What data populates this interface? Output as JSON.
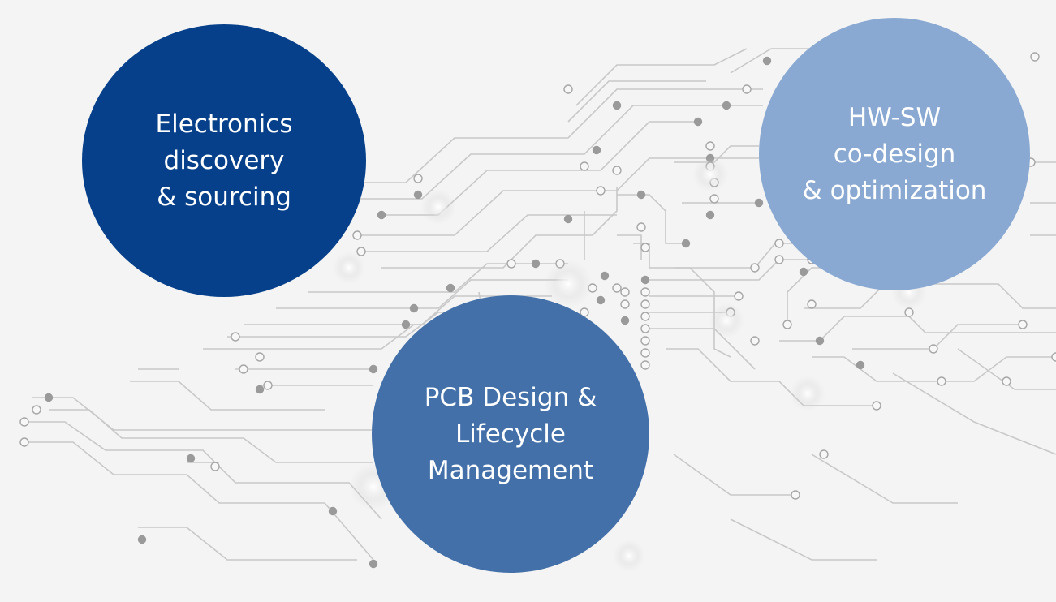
{
  "circles": [
    {
      "id": "electronics-discovery",
      "lines": [
        "Electronics",
        "discovery",
        "& sourcing"
      ],
      "color": "#06408a"
    },
    {
      "id": "hw-sw-codesign",
      "lines": [
        "HW-SW",
        "co-design",
        "& optimization"
      ],
      "color": "#8aa9d2"
    },
    {
      "id": "pcb-design-lifecycle",
      "lines": [
        "PCB Design &",
        "Lifecycle",
        "Management"
      ],
      "color": "#4370a9"
    }
  ],
  "background": {
    "pattern": "circuit-board-traces",
    "base_color": "#f4f4f4",
    "trace_color": "#c8c8c8"
  }
}
